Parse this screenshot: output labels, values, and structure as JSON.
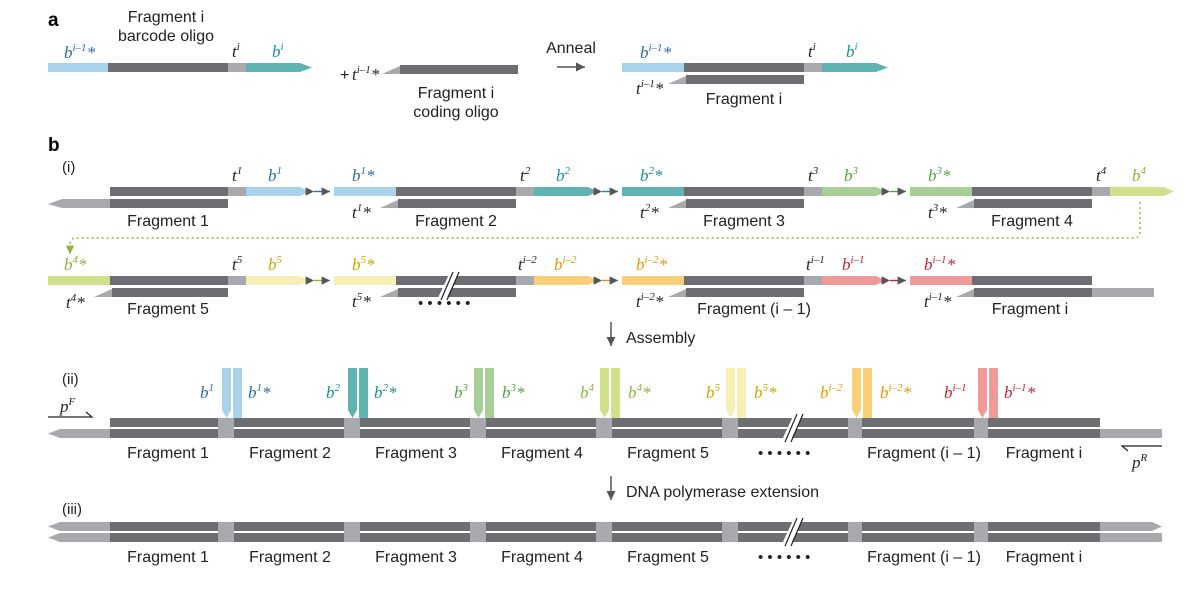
{
  "panels": {
    "a": "a",
    "b": "b"
  },
  "roman": {
    "i": "(i)",
    "ii": "(ii)",
    "iii": "(iii)"
  },
  "text": {
    "barcode_oligo_1": "Fragment i",
    "barcode_oligo_2": "barcode oligo",
    "coding_oligo_1": "Fragment i",
    "coding_oligo_2": "coding oligo",
    "plus": "+",
    "anneal": "Anneal",
    "fragment_i": "Fragment i",
    "assembly": "Assembly",
    "extension": "DNA polymerase extension",
    "dots": "• • • • • •"
  },
  "fragments": [
    "Fragment 1",
    "Fragment 2",
    "Fragment 3",
    "Fragment 4",
    "Fragment 5",
    "Fragment (i – 1)",
    "Fragment i"
  ],
  "barcodes": {
    "b1": "b",
    "b2": "b",
    "b3": "b",
    "b4": "b",
    "b5": "b",
    "bi2": "b",
    "bi1": "b",
    "sup1": "1",
    "sup2": "2",
    "sup3": "3",
    "sup4": "4",
    "sup5": "5",
    "supi2": "i–2",
    "supi1": "i–1",
    "supi": "i"
  },
  "primers": {
    "pF": "p",
    "pF_sup": "F",
    "pR": "p",
    "pR_sup": "R"
  },
  "colors": {
    "fragment": "#6d6e71",
    "linker": "#a7a9ac",
    "b1": "#a9d3ea",
    "b1_text": "#2e6aa3",
    "b2": "#5fb3b0",
    "b2_text": "#1b8f8a",
    "b3": "#a7cf97",
    "b3_text": "#5a9e45",
    "b4": "#cfe08a",
    "b4_text": "#8cb33c",
    "b5": "#f6efb8",
    "b5_text": "#c2a800",
    "bi2": "#f9cf7a",
    "bi2_text": "#e39a00",
    "bi1": "#ef9a98",
    "bi1_text": "#c8202f"
  }
}
